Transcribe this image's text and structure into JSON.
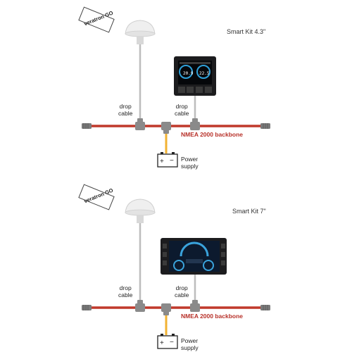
{
  "panels": [
    {
      "kit_title": "Smart Kit 4.3\"",
      "antenna_tag": "veratron GO",
      "drop_label_1": "drop",
      "drop_label_2": "cable",
      "backbone_label": "NMEA 2000 backbone",
      "power_label_1": "Power",
      "power_label_2": "supply",
      "display_readouts": [
        "20.9",
        "22.5"
      ]
    },
    {
      "kit_title": "Smart Kit 7\"",
      "antenna_tag": "veratron GO",
      "drop_label_1": "drop",
      "drop_label_2": "cable",
      "backbone_label": "NMEA 2000 backbone",
      "power_label_1": "Power",
      "power_label_2": "supply"
    }
  ],
  "colors": {
    "backbone": "#c0392b",
    "drop_cable": "#bdbdbd",
    "power_cable": "#f2b232",
    "label_red": "#b8322a"
  }
}
